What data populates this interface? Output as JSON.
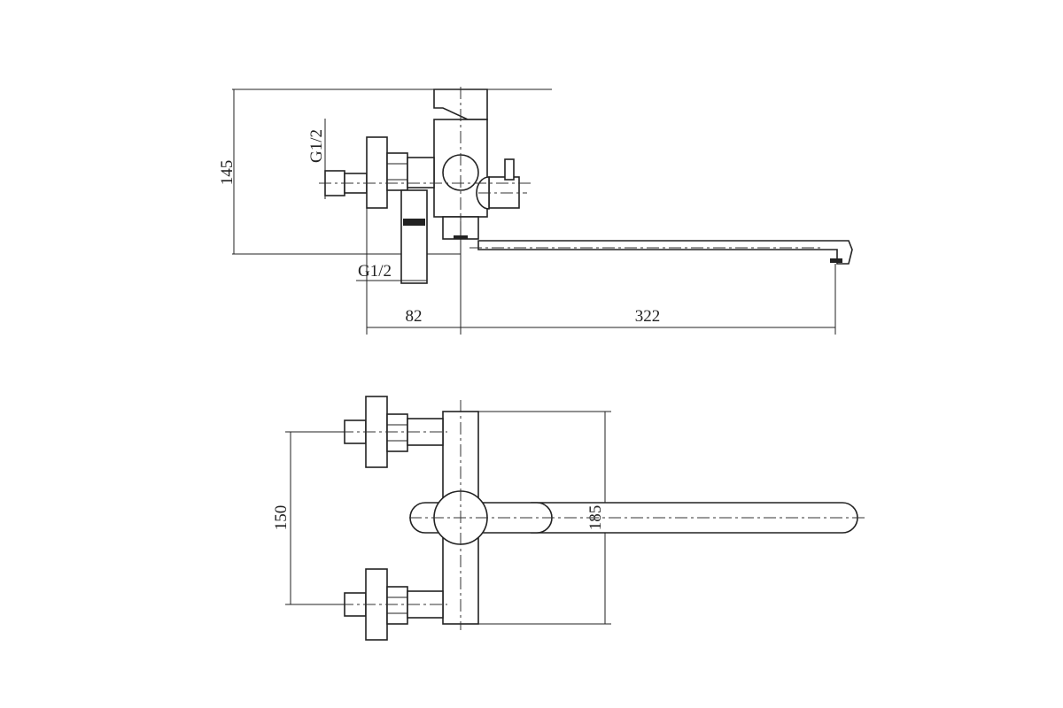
{
  "drawing": {
    "side_view": {
      "height_dim": "145",
      "inlet_thread_side": "G1/2",
      "inlet_thread_bottom": "G1/2",
      "wall_to_center_dim": "82",
      "spout_reach_dim": "322"
    },
    "top_view": {
      "inlet_spacing_dim": "150",
      "body_height_dim": "185"
    },
    "line_color": "#222222"
  }
}
